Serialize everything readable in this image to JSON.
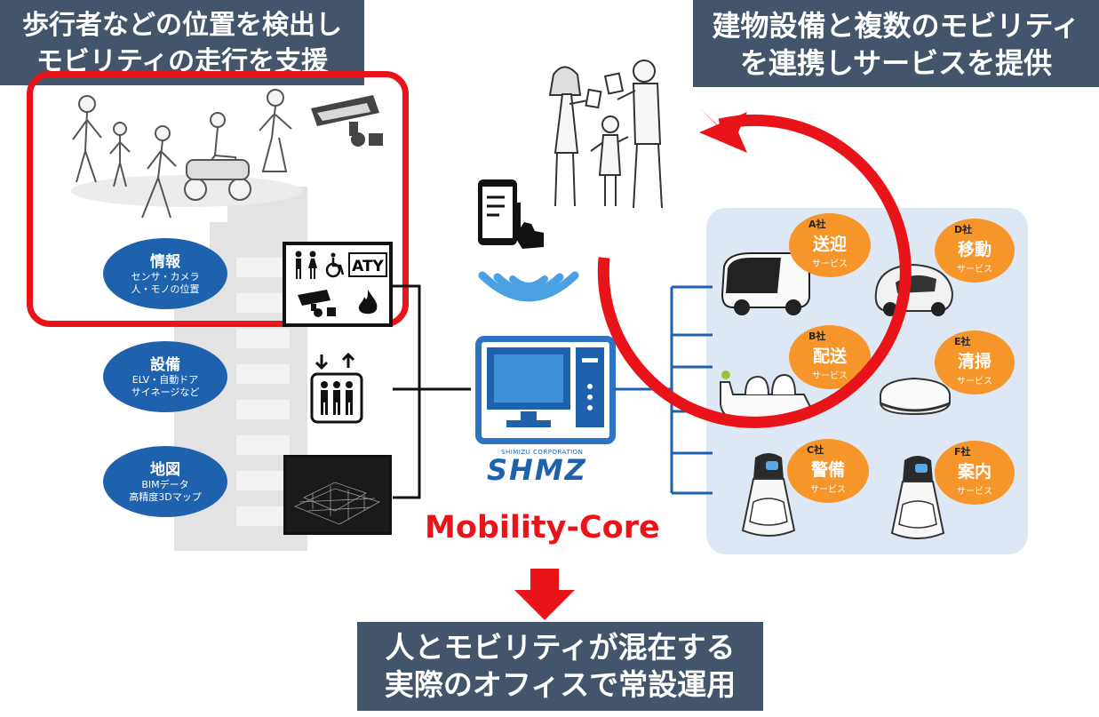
{
  "banners": {
    "top_left": [
      "歩行者などの位置を検出し",
      "モビリティの走行を支援"
    ],
    "top_right": [
      "建物設備と複数のモビリティ",
      "を連携しサービスを提供"
    ],
    "bottom": [
      "人とモビリティが混在する",
      "実際のオフィスで常設運用"
    ]
  },
  "info": [
    {
      "title": "情報",
      "lines": [
        "センサ・カメラ",
        "人・モノの位置"
      ]
    },
    {
      "title": "設備",
      "lines": [
        "ELV・自動ドア",
        "サイネージなど"
      ]
    },
    {
      "title": "地図",
      "lines": [
        "BIMデータ",
        "高精度3Dマップ"
      ]
    }
  ],
  "center": {
    "logo_small": "SHIMIZU CORPORATION",
    "logo": "SHMZ",
    "label": "Mobility-Core"
  },
  "services": [
    {
      "company": "A社",
      "name": "送迎",
      "sub": "サービス"
    },
    {
      "company": "D社",
      "name": "移動",
      "sub": "サービス"
    },
    {
      "company": "B社",
      "name": "配送",
      "sub": "サービス"
    },
    {
      "company": "E社",
      "name": "清掃",
      "sub": "サービス"
    },
    {
      "company": "C社",
      "name": "警備",
      "sub": "サービス"
    },
    {
      "company": "F社",
      "name": "案内",
      "sub": "サービス"
    }
  ],
  "sign": {
    "aty": "ATY"
  },
  "colors": {
    "banner": "#44546a",
    "accent_red": "#e8141a",
    "blue": "#1e62ad",
    "orange": "#f5952a",
    "panel": "#dde8f4"
  }
}
